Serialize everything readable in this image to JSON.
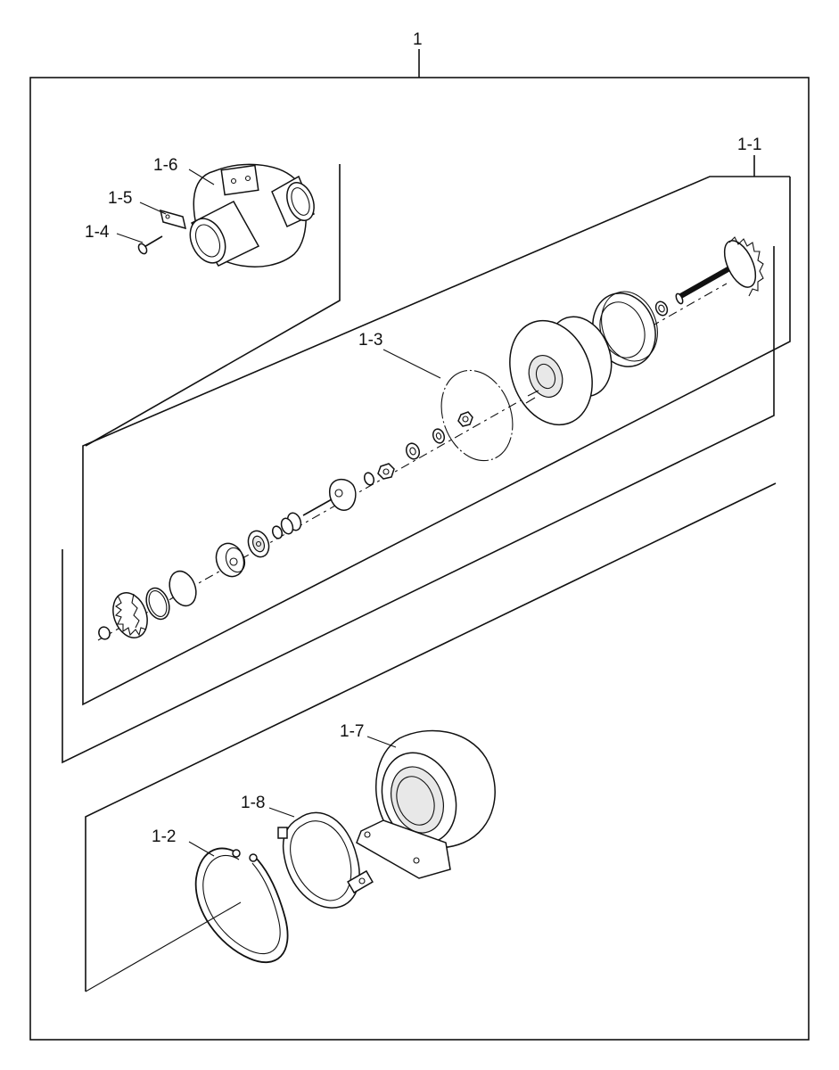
{
  "diagram": {
    "labels": {
      "assembly": "1",
      "cartridge": "1-1",
      "clamp_ring": "1-2",
      "backplate_seal": "1-3",
      "bolt": "1-4",
      "lock_plate": "1-5",
      "turbine_housing": "1-6",
      "compressor_housing": "1-7",
      "v_band_clamp": "1-8"
    }
  }
}
